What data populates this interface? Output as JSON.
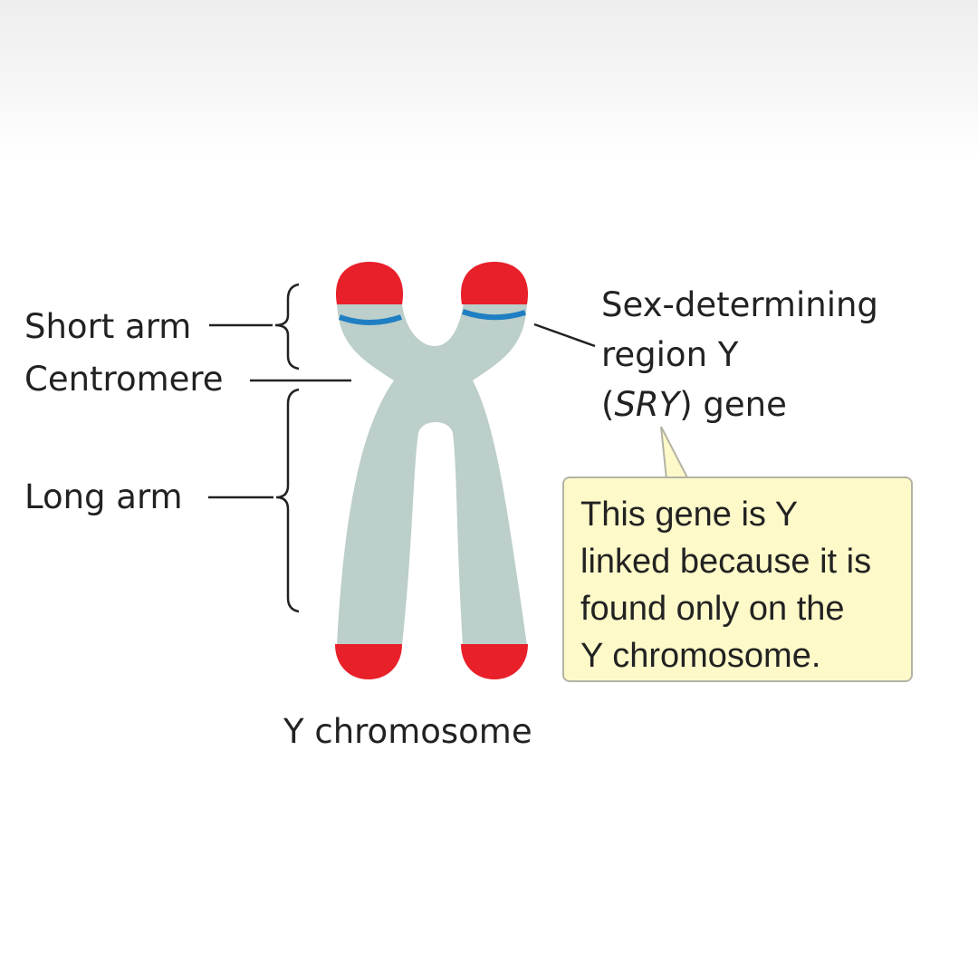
{
  "labels": {
    "short_arm": "Short arm",
    "centromere": "Centromere",
    "long_arm": "Long arm",
    "chromosome_caption": "Y chromosome"
  },
  "sry_label": {
    "line1": "Sex-determining",
    "line2": "region Y",
    "line3_open": "(",
    "line3_italic": "SRY",
    "line3_close": ") gene"
  },
  "callout": {
    "text": "This gene is Y\nlinked because it is\nfound only on the\nY chromosome."
  },
  "colors": {
    "chromosome_body": "#bccfca",
    "telomere_red": "#e8202a",
    "sry_band_blue": "#1f7fc2",
    "callout_fill": "#fdf9c9",
    "callout_border": "#b3b3a4",
    "line_color": "#222222"
  }
}
